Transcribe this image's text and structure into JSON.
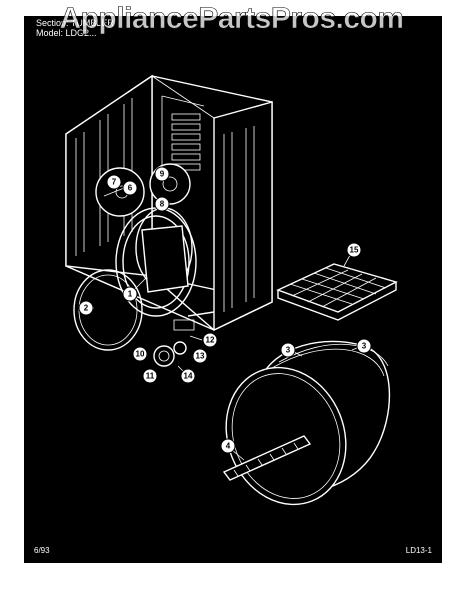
{
  "header": {
    "section_line": "Section:  TUMBLER",
    "model_line": "Model:  LDG2..."
  },
  "watermark": "AppliancePartsPros.com",
  "footer": {
    "date": "6/93",
    "page_code": "LD13-1"
  },
  "callouts": [
    {
      "id": "1",
      "label": "1"
    },
    {
      "id": "2",
      "label": "2"
    },
    {
      "id": "3a",
      "label": "3"
    },
    {
      "id": "3b",
      "label": "3"
    },
    {
      "id": "4",
      "label": "4"
    },
    {
      "id": "6",
      "label": "6"
    },
    {
      "id": "7",
      "label": "7"
    },
    {
      "id": "8",
      "label": "8"
    },
    {
      "id": "9",
      "label": "9"
    },
    {
      "id": "10",
      "label": "10"
    },
    {
      "id": "11",
      "label": "11"
    },
    {
      "id": "12",
      "label": "12"
    },
    {
      "id": "13",
      "label": "13"
    },
    {
      "id": "14",
      "label": "14"
    },
    {
      "id": "15",
      "label": "15"
    }
  ]
}
